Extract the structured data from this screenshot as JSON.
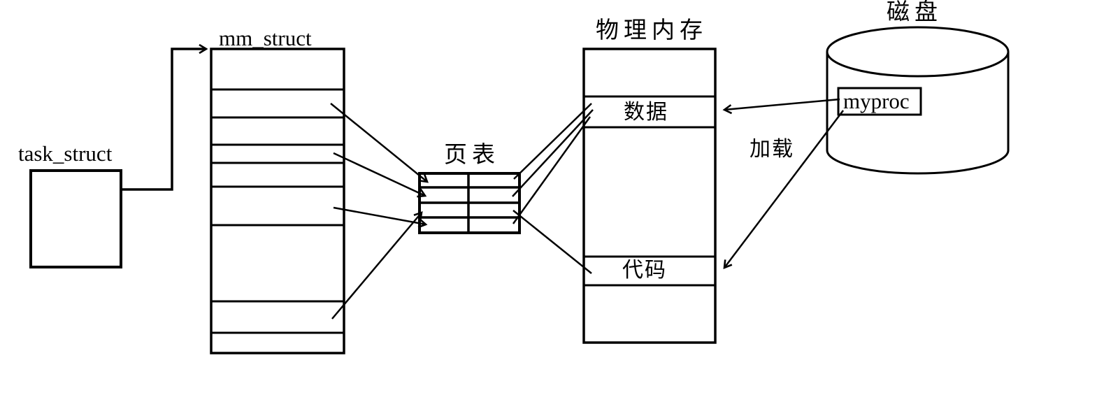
{
  "colors": {
    "stroke": "#000000",
    "background": "#ffffff"
  },
  "nodes": {
    "task_struct": {
      "label": "task_struct"
    },
    "mm_struct": {
      "label": "mm_struct"
    },
    "page_table": {
      "label": "页表"
    },
    "physical_memory": {
      "label": "物理内存",
      "segments": {
        "data": "数据",
        "code": "代码"
      }
    },
    "disk": {
      "label": "磁盘",
      "file_label": "myproc"
    }
  },
  "edges": {
    "load_label": "加载"
  }
}
